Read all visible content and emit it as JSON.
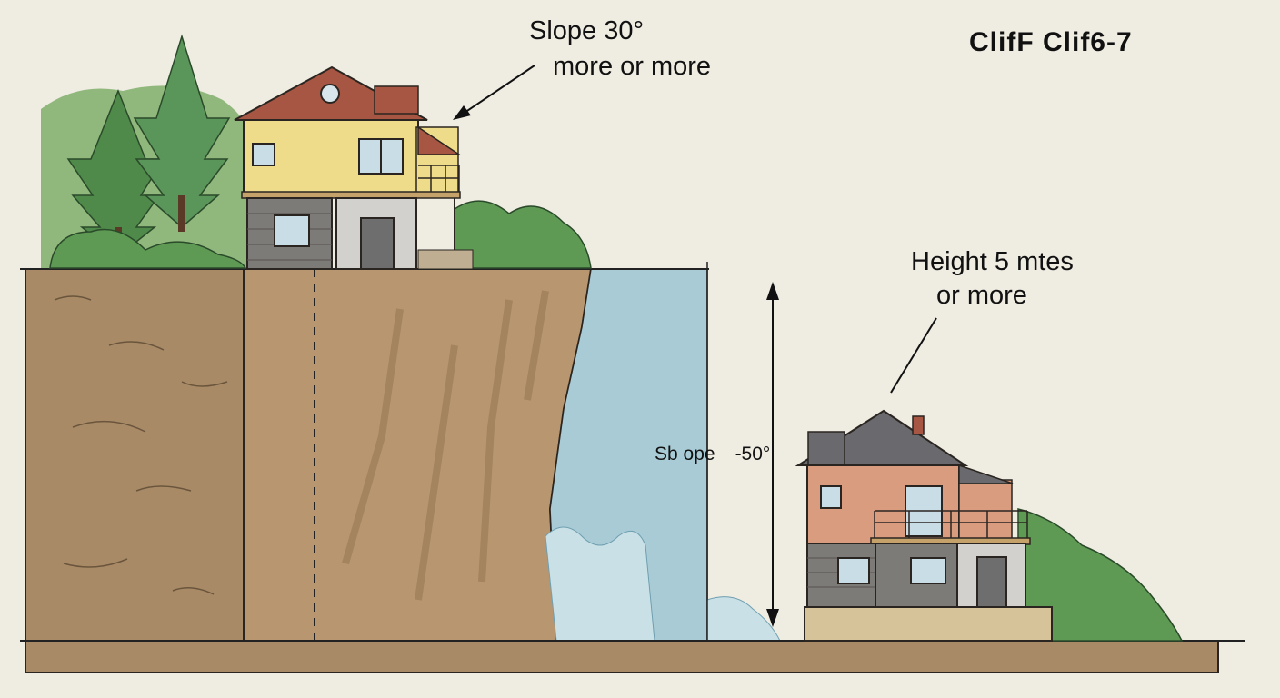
{
  "title": "ClifF Clif6-7",
  "annotations": {
    "slope_top_line1": "Slope 30°",
    "slope_top_line2": "more or more",
    "height_line1": "Height 5 mtes",
    "height_line2": "or more",
    "slope_mid_label": "Sb ope",
    "slope_mid_value": "-50°"
  },
  "colors": {
    "background": "#efece2",
    "soil": "#a88a66",
    "cliff_face": "#b89670",
    "water": "#a9cbd6",
    "foliage": "#5f9a55",
    "house_top_wall": "#efdc8a",
    "house_top_roof": "#a65643",
    "house_bottom_wall": "#d99c7e",
    "house_bottom_roof": "#6a6a6e",
    "stone": "#7d7b78"
  }
}
